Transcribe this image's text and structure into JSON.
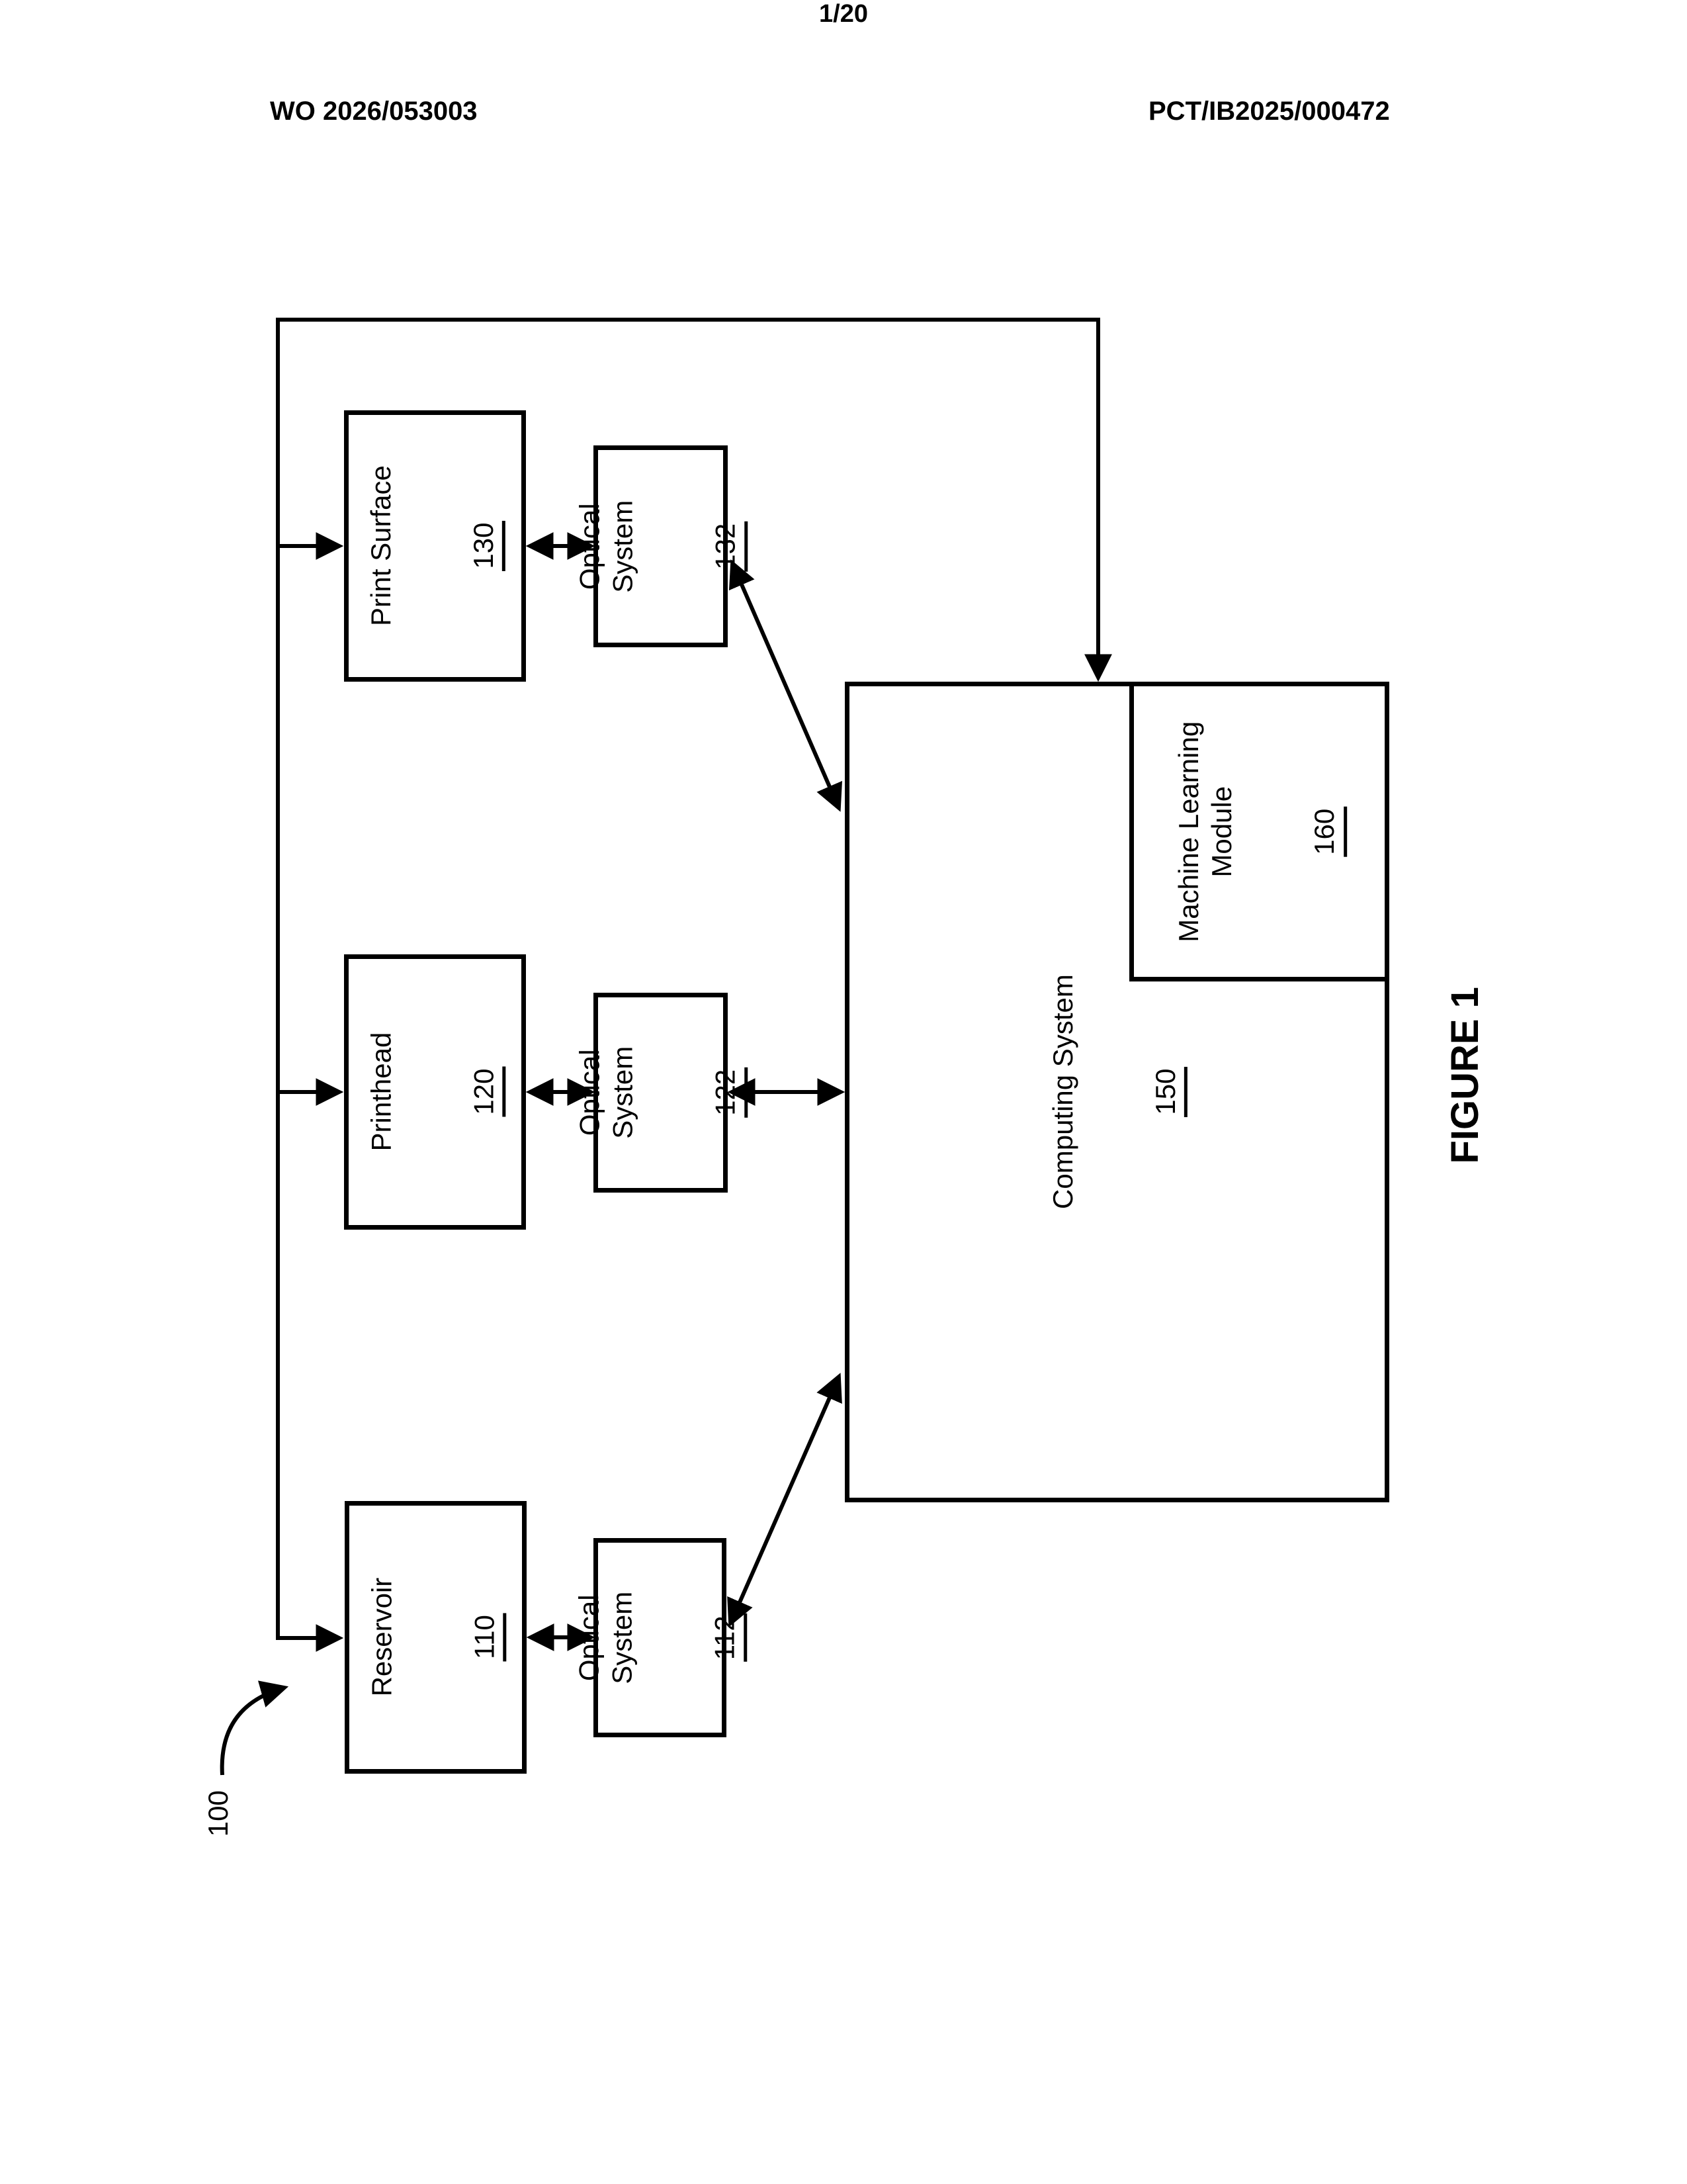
{
  "page": {
    "header_left": "WO 2026/053003",
    "header_right": "PCT/IB2025/000472",
    "page_number": "1/20",
    "figure_label": "FIGURE 1",
    "reference_label": "100"
  },
  "diagram": {
    "boxes": {
      "print_surface": {
        "label": "Print Surface",
        "ref": "130"
      },
      "optical_system_132": {
        "label": "Optical\nSystem",
        "ref": "132"
      },
      "printhead": {
        "label": "Printhead",
        "ref": "120"
      },
      "optical_system_122": {
        "label": "Optical\nSystem",
        "ref": "122"
      },
      "reservoir": {
        "label": "Reservoir",
        "ref": "110"
      },
      "optical_system_112": {
        "label": "Optical\nSystem",
        "ref": "112"
      },
      "computing_system": {
        "label": "Computing System",
        "ref": "150"
      },
      "machine_learning_module": {
        "label": "Machine Learning\nModule",
        "ref": "160"
      }
    },
    "connectors": [
      "top-rail-to-computing-system",
      "rail-to-print-surface",
      "rail-to-printhead",
      "rail-to-reservoir",
      "print-surface-optical-132",
      "printhead-optical-122",
      "reservoir-optical-112",
      "optical-122-computing-system",
      "optical-132-computing-system",
      "optical-112-computing-system",
      "reference-100-pointer"
    ],
    "colors": {
      "line": "#000000",
      "background": "#ffffff"
    }
  }
}
